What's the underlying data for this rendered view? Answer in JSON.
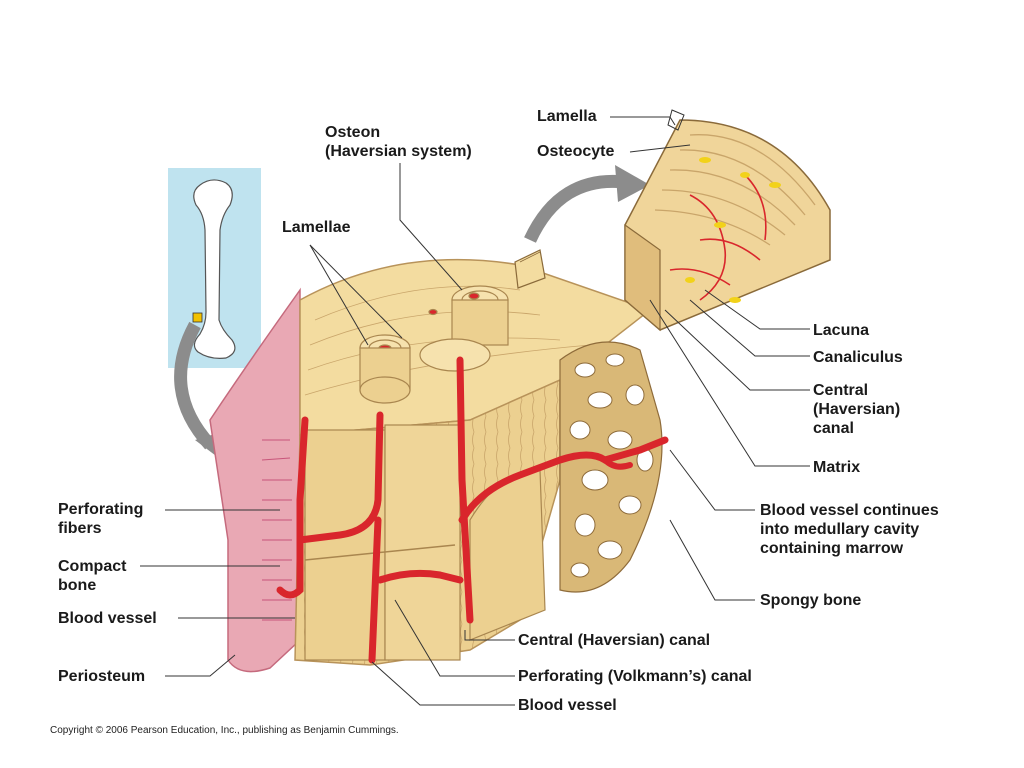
{
  "labels": {
    "lamella": "Lamella",
    "osteocyte": "Osteocyte",
    "osteon_line1": "Osteon",
    "osteon_line2": "(Haversian system)",
    "lamellae": "Lamellae",
    "lacuna": "Lacuna",
    "canaliculus": "Canaliculus",
    "central_canal_line1": "Central",
    "central_canal_line2": "(Haversian)",
    "central_canal_line3": "canal",
    "matrix": "Matrix",
    "perforating_fibers_line1": "Perforating",
    "perforating_fibers_line2": "fibers",
    "compact_bone_line1": "Compact",
    "compact_bone_line2": "bone",
    "blood_vessel_left": "Blood vessel",
    "periosteum": "Periosteum",
    "vessel_continues_line1": "Blood vessel continues",
    "vessel_continues_line2": "into medullary cavity",
    "vessel_continues_line3": "containing marrow",
    "spongy_bone": "Spongy bone",
    "central_haversian_canal": "Central (Haversian) canal",
    "perforating_volkmann_canal": "Perforating (Volkmann’s) canal",
    "blood_vessel_bottom": "Blood vessel"
  },
  "copyright": "Copyright © 2006 Pearson Education, Inc., publishing as Benjamin Cummings.",
  "colors": {
    "bone_light": "#f3dca0",
    "bone_mid": "#e6c27a",
    "bone_line": "#b8935a",
    "vessel": "#d9262c",
    "periosteum": "#e7a0ae",
    "inset_bg": "#bfe3ef",
    "leader": "#333333",
    "arrow": "#8c8c8c",
    "osteocyte_yellow": "#f2d21a"
  }
}
